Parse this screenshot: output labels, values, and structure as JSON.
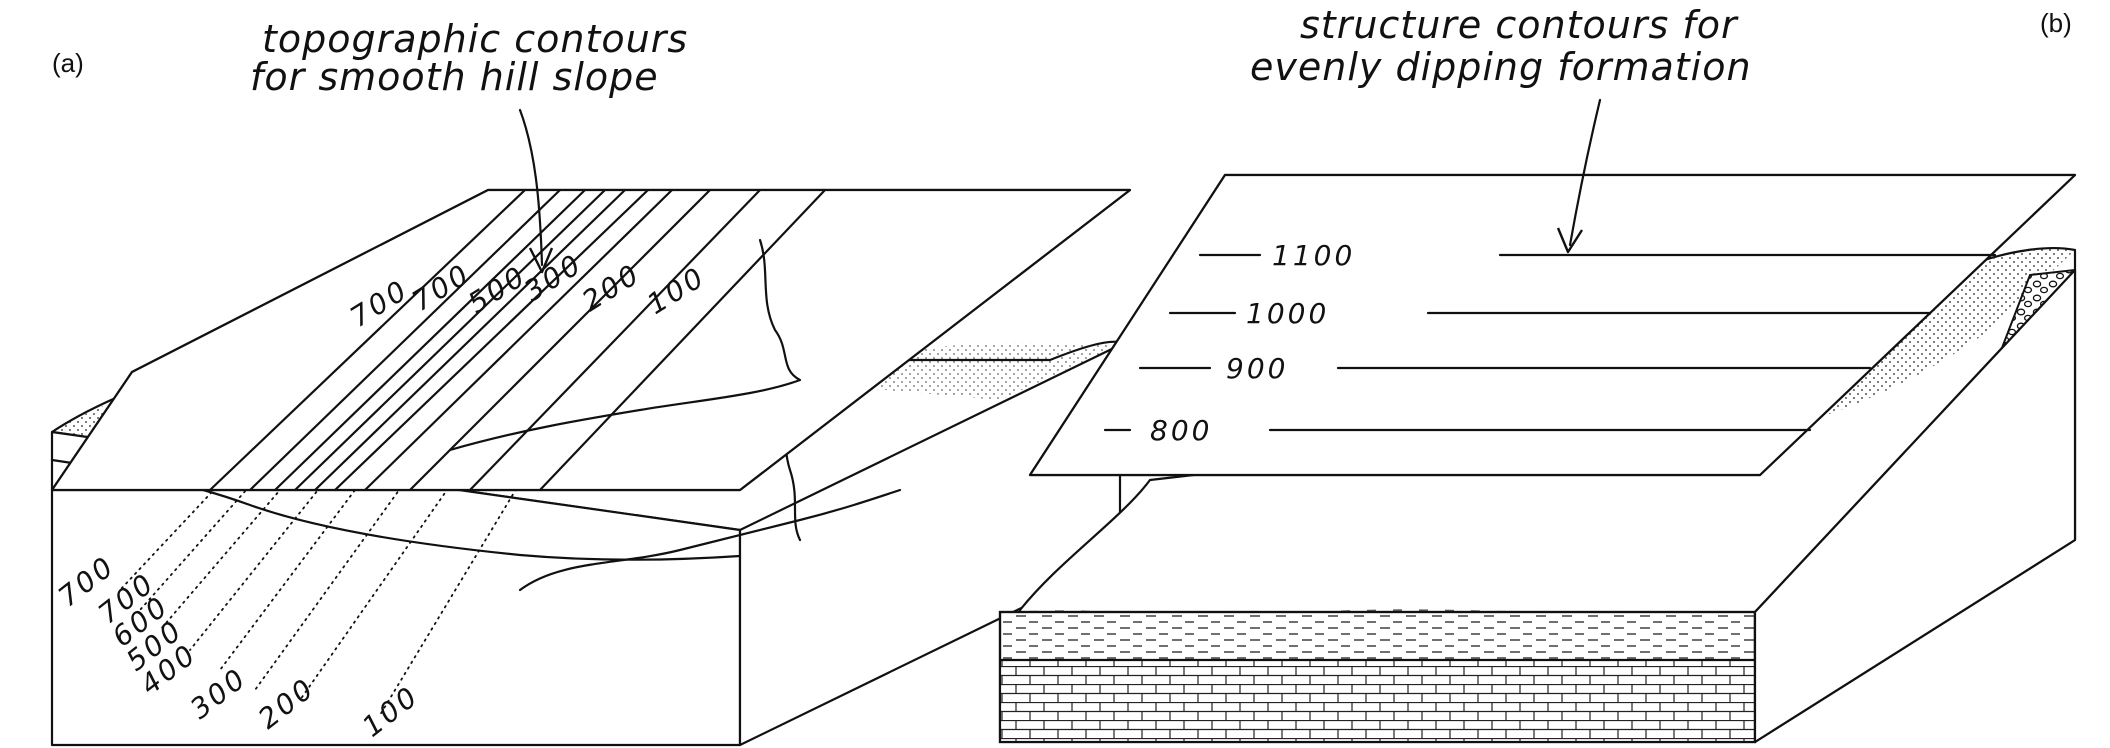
{
  "panel_a": {
    "label": "(a)",
    "caption_line1": "topographic contours",
    "caption_line2": "for smooth hill slope",
    "sheet_contours": [
      "700",
      "700",
      "500",
      "300",
      "200",
      "100"
    ],
    "block_contours": [
      "700",
      "700",
      "600",
      "500",
      "400",
      "300",
      "200",
      "100"
    ]
  },
  "panel_b": {
    "label": "(b)",
    "caption_line1": "structure contours for",
    "caption_line2": "evenly dipping formation",
    "sheet_contours": [
      "1100",
      "1000",
      "900",
      "800"
    ]
  }
}
